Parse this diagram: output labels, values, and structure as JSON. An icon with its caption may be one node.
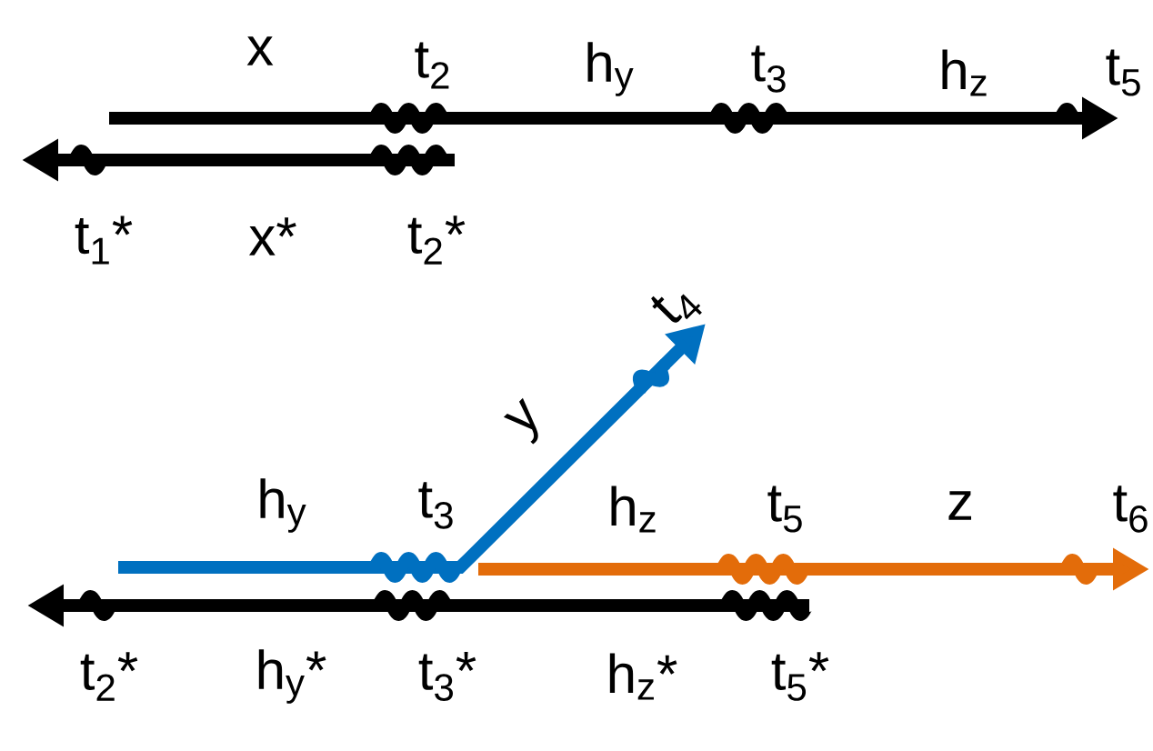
{
  "diagram": {
    "labels": [
      "x",
      "t$_{2}$",
      "h$_{y}$",
      "t$_{3}$",
      "h$_{z}$",
      "t$_{5}$",
      "t$_{1}$*",
      "x*",
      "t$_{2}$*",
      "t$_{4}$",
      "y",
      "h$_{y}$",
      "t$_{3}$",
      "h$_{z}$",
      "t$_{5}$",
      "z",
      "t$_{6}$",
      "t$_{2}$*",
      "h$_{y}$*",
      "t$_{3}$*",
      "h$_{z}$*",
      "t$_{5}$*"
    ]
  }
}
